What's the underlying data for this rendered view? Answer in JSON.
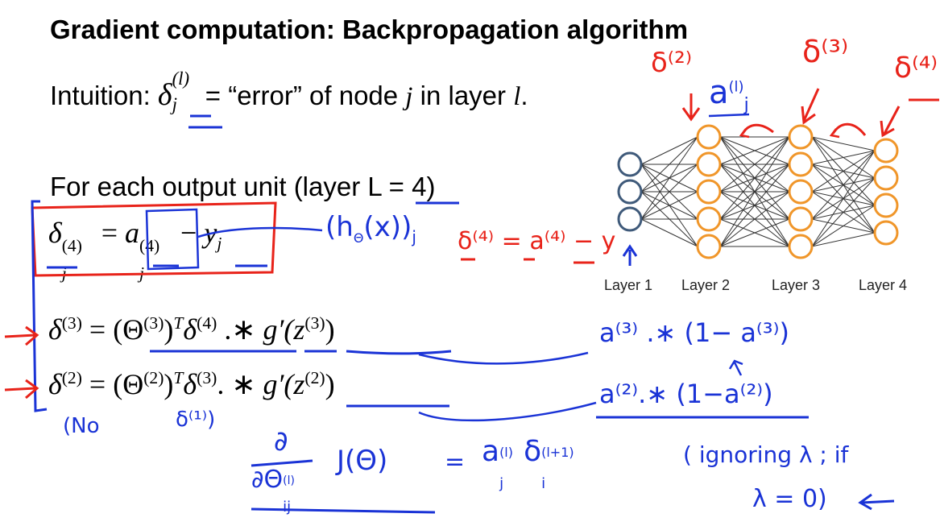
{
  "title": "Gradient computation: Backpropagation algorithm",
  "intuition": {
    "lead": "Intuition:",
    "symbol": "δ",
    "sub": "j",
    "sup": "(l)",
    "rest_a": " = “error” of node ",
    "var_j": "j",
    "rest_b": " in layer ",
    "var_l": "l",
    "period": "."
  },
  "output_unit_line": "For each output unit (layer L = 4)",
  "equations": {
    "delta4": {
      "lhs": "δ",
      "sub": "j",
      "sup": "(4)",
      "eq": " = ",
      "a": "a",
      "a_sub": "j",
      "a_sup": "(4)",
      "minus": " − ",
      "y": "y",
      "y_sub": "j"
    },
    "delta3": {
      "lhs": "δ",
      "sup": "(3)",
      "rhs": " = (Θ",
      "theta_sup": "(3)",
      "t": ")",
      "T": "T",
      "d": "δ",
      "d_sup": "(4)",
      "op": " .∗ ",
      "g": "g′(z",
      "g_sup": "(3)",
      "close": ")"
    },
    "delta2": {
      "lhs": "δ",
      "sup": "(2)",
      "rhs": " = (Θ",
      "theta_sup": "(2)",
      "t": ")",
      "T": "T",
      "d": "δ",
      "d_sup": "(3)",
      "op": ". ∗ ",
      "g": "g′(z",
      "g_sup": "(2)",
      "close": ")"
    }
  },
  "network": {
    "layers": [
      "Layer 1",
      "Layer 2",
      "Layer 3",
      "Layer 4"
    ],
    "units_per_layer": [
      3,
      5,
      5,
      4
    ],
    "colors": {
      "input": "#3f5a7a",
      "hidden": "#f0962a",
      "edge": "#333333"
    }
  },
  "handwriting": {
    "red_delta2": "δ⁽²⁾",
    "red_delta3": "δ⁽³⁾",
    "red_delta4": "δ⁽⁴⁾",
    "blue_a_sup": "(l)",
    "blue_a": "a",
    "blue_a_sub": "j",
    "blue_h": "(h",
    "blue_h_sub": "Θ",
    "blue_h_arg": "(x))",
    "blue_h_j": "j",
    "red_eq": "δ⁽⁴⁾ = a⁽⁴⁾ − y",
    "blue_a3_term": "a⁽³⁾ .∗ (1− a⁽³⁾)",
    "blue_a2_term": "a⁽²⁾.∗ (1−a⁽²⁾)",
    "blue_no": "(No",
    "blue_d1": "δ⁽¹⁾)",
    "blue_partial_num": "∂",
    "blue_partial_den": "∂Θ",
    "blue_partial_den_sup": "(l)",
    "blue_partial_den_sub": "ij",
    "blue_J": "J(Θ)",
    "blue_eq2": "=",
    "blue_result_a": "a",
    "blue_result_a_sup": "(l)",
    "blue_result_a_sub": "j",
    "blue_result_d": "δ",
    "blue_result_d_sup": "(l+1)",
    "blue_result_d_sub": "i",
    "blue_ignoring": "( ignoring λ ; if",
    "blue_lambda": "λ = 0)"
  }
}
